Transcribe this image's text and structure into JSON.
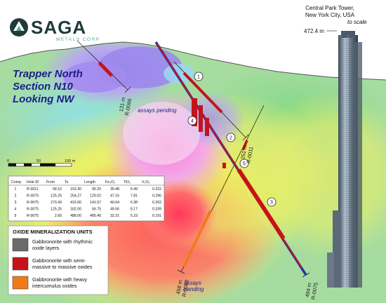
{
  "logo": {
    "name": "SAGA",
    "tagline": "METALS CORP"
  },
  "section_title": {
    "line1": "Trapper North",
    "line2": "Section N10",
    "line3": "Looking NW"
  },
  "tower": {
    "line1": "Central Park Tower,",
    "line2": "New York City, USA",
    "line3": "to scale",
    "height_label": "472.4 m"
  },
  "holes": [
    {
      "id": "R-0066",
      "depth": "131 m",
      "status": "assays pending"
    },
    {
      "id": "R-0011",
      "depth": "251 m"
    },
    {
      "id": "R-0068",
      "depth": "458 m",
      "status": "assays pending"
    },
    {
      "id": "R-0075",
      "depth": "494 m"
    }
  ],
  "intercept_markers": [
    "1",
    "2",
    "3",
    "4",
    "5"
  ],
  "scale_bar": {
    "ticks": [
      "0",
      "50",
      "100 m"
    ]
  },
  "assay_table": {
    "headers": [
      "Comp.",
      "Hole ID",
      "From",
      "To",
      "Length",
      "Fe₂O₃",
      "TiO₂",
      "V₂O₅"
    ],
    "rows": [
      [
        "1",
        "R-0011",
        "58.10",
        "153.30",
        "95.20",
        "39.48",
        "6.49",
        "0.222"
      ],
      [
        "2",
        "R-0075",
        "125.25",
        "254.27",
        "129.02",
        "47.16",
        "7.81",
        "0.296"
      ],
      [
        "3",
        "R-0075",
        "273.43",
        "415.00",
        "141.57",
        "40.64",
        "6.38",
        "0.262"
      ],
      [
        "4",
        "R-0075",
        "125.25",
        "182.00",
        "56.75",
        "49.56",
        "8.17",
        "0.339"
      ],
      [
        "5",
        "R-0075",
        "2.60",
        "488.00",
        "485.40",
        "32.21",
        "5.23",
        "0.191"
      ]
    ]
  },
  "legend": {
    "title": "OXIDE MINERALIZATION UNITS",
    "items": [
      {
        "color": "#6b6b6b",
        "line1": "Gabbronorite with rhythmic",
        "line2": "oxide layers"
      },
      {
        "color": "#c4141a",
        "line1": "Gabbronorite with semi-",
        "line2": "massive to massive oxides"
      },
      {
        "color": "#f07a1a",
        "line1": "Gabbronorite with heavy",
        "line2": "intercumulus oxides"
      }
    ]
  },
  "colors": {
    "drill_trace": "#2233aa",
    "oxide_massive": "#c4141a",
    "oxide_heavy": "#f07a1a",
    "oxide_rhythmic": "#6b6b6b"
  }
}
